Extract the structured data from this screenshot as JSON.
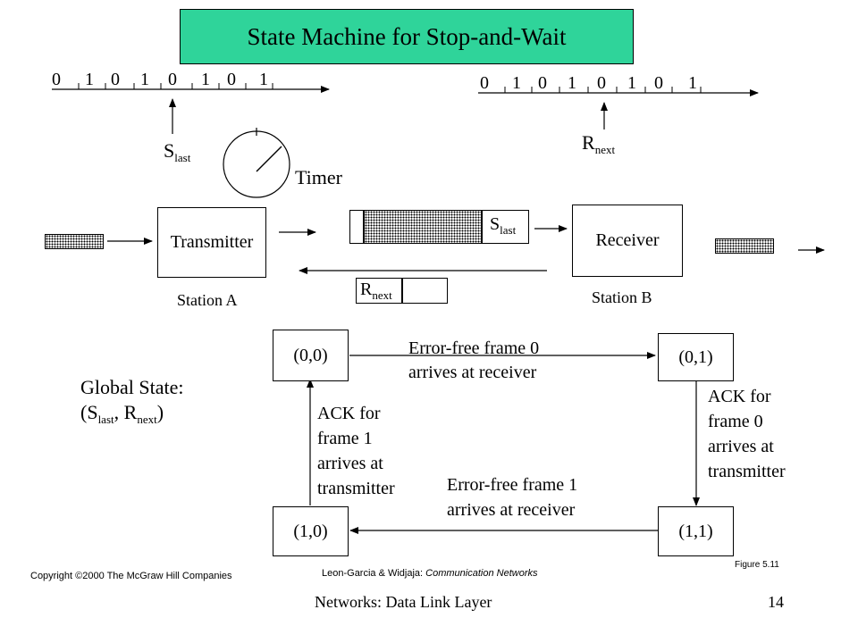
{
  "slide": {
    "title": "State Machine for Stop-and-Wait",
    "footer_title": "Networks: Data Link Layer",
    "page_number": "14",
    "copyright": "Copyright ©2000 The McGraw Hill Companies",
    "citation_authors": "Leon-Garcia & Widjaja: ",
    "citation_book": "Communication Networks",
    "figure": "Figure 5.11"
  },
  "sender_sequence": {
    "bits": [
      "0",
      "1",
      "0",
      "1",
      "0",
      "1",
      "0",
      "1"
    ]
  },
  "receiver_sequence": {
    "bits": [
      "0",
      "1",
      "0",
      "1",
      "0",
      "1",
      "0",
      "1"
    ]
  },
  "labels": {
    "s": "S",
    "last": "last",
    "r": "R",
    "next": "next",
    "timer": "Timer",
    "transmitter": "Transmitter",
    "receiver": "Receiver",
    "station_a": "Station A",
    "station_b": "Station B"
  },
  "global_state": {
    "line1": "Global State:",
    "open": "(S",
    "comma": ", R",
    "close": ")"
  },
  "states": {
    "s00": "(0,0)",
    "s01": "(0,1)",
    "s11": "(1,1)",
    "s10": "(1,0)"
  },
  "transitions": {
    "top_1": "Error-free frame 0",
    "top_2": "arrives at receiver",
    "right_1": "ACK for",
    "right_2": "frame 0",
    "right_3": "arrives at",
    "right_4": "transmitter",
    "bottom_1": "Error-free frame 1",
    "bottom_2": "arrives at receiver",
    "left_1": "ACK for",
    "left_2": "frame 1",
    "left_3": "arrives at",
    "left_4": "transmitter"
  }
}
